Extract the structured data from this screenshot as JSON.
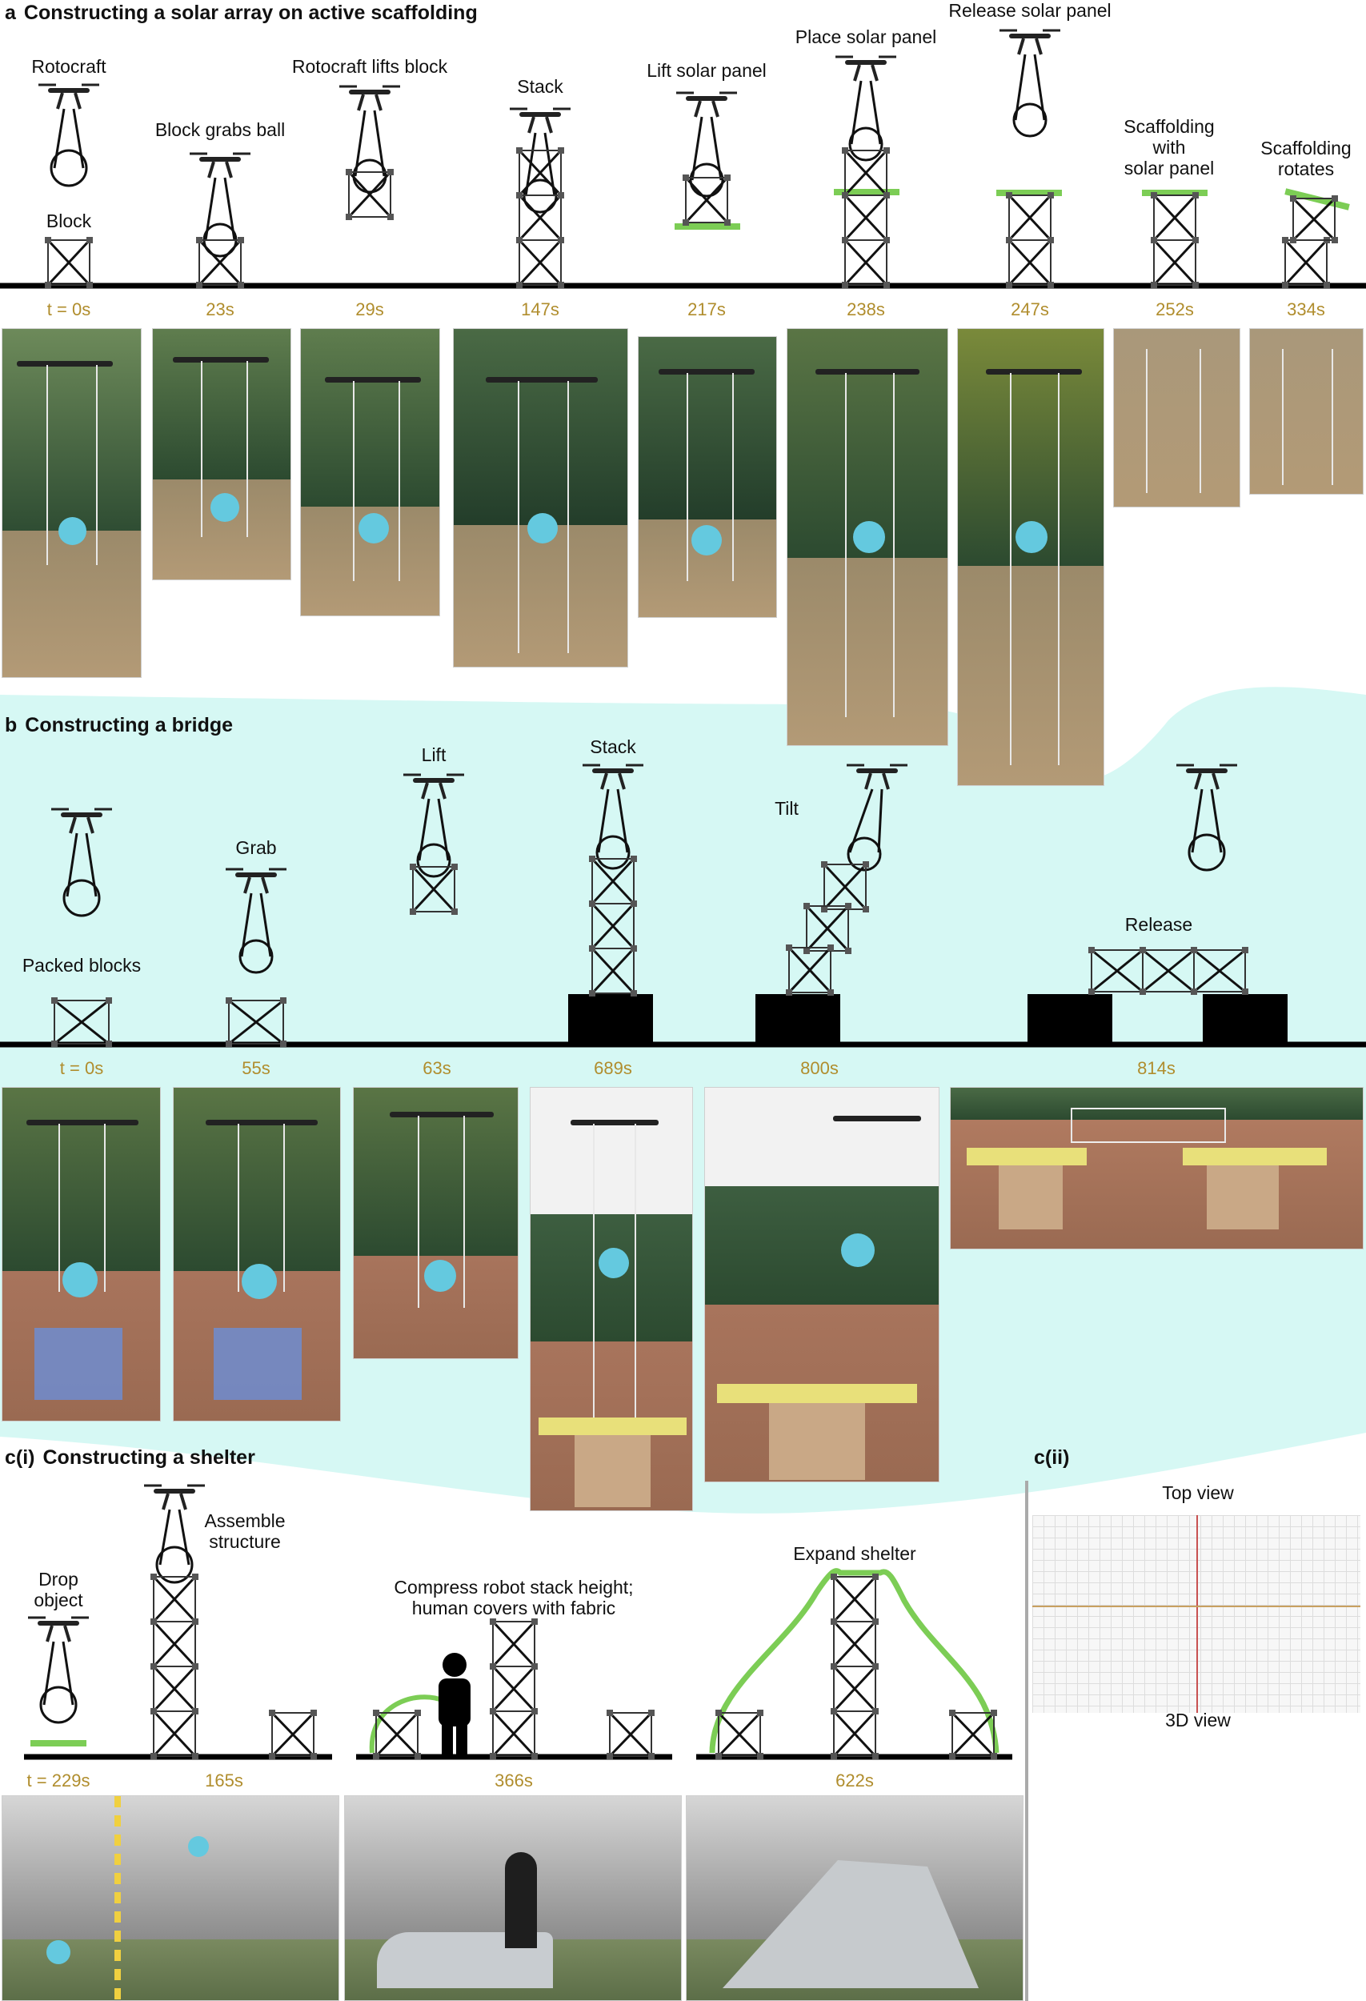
{
  "panel_a": {
    "letter": "a",
    "title": "Constructing a solar array on active scaffolding",
    "labels": {
      "rotocraft": "Rotocraft",
      "block": "Block",
      "block_grabs_ball": "Block grabs ball",
      "rotocraft_lifts_block": "Rotocraft lifts block",
      "stack": "Stack",
      "lift_solar_panel": "Lift solar panel",
      "place_solar_panel": "Place solar panel",
      "release_solar_panel": "Release solar panel",
      "scaffolding_with_solar_panel": "Scaffolding\nwith\nsolar panel",
      "scaffolding_rotates": "Scaffolding\nrotates"
    },
    "times": [
      "t = 0s",
      "23s",
      "29s",
      "147s",
      "217s",
      "238s",
      "247s",
      "252s",
      "334s"
    ]
  },
  "panel_b": {
    "letter": "b",
    "title": "Constructing a bridge",
    "labels": {
      "packed_blocks": "Packed blocks",
      "grab": "Grab",
      "lift": "Lift",
      "stack": "Stack",
      "tilt": "Tilt",
      "release": "Release"
    },
    "times": [
      "t = 0s",
      "55s",
      "63s",
      "689s",
      "800s",
      "814s"
    ]
  },
  "panel_ci": {
    "letter": "c(i)",
    "title": "Constructing a shelter",
    "labels": {
      "drop_object": "Drop\nobject",
      "assemble_structure": "Assemble\nstructure",
      "compress": "Compress robot stack height;\nhuman covers with fabric",
      "expand_shelter": "Expand shelter"
    },
    "times": [
      "t = 229s",
      "165s",
      "366s",
      "622s"
    ]
  },
  "panel_cii": {
    "letter": "c(ii)",
    "top_view": "Top view",
    "view_3d": "3D view"
  },
  "colors": {
    "panel_green": "#7ccd55",
    "time_gold": "#b08d2d",
    "bridge_bg": "#d6f8f4",
    "ball_blue": "#64c9df",
    "stack_gray": "#555555"
  }
}
